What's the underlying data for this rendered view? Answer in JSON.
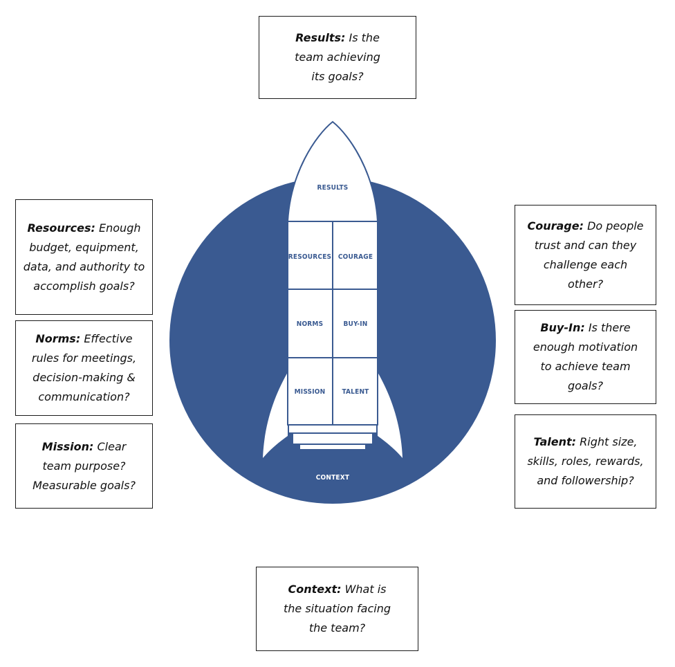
{
  "colors": {
    "circle": "#3a5a91",
    "rocket_fill": "#ffffff",
    "rocket_line": "#3a5a91",
    "label": "#3a5a91"
  },
  "rocket_labels": {
    "results": "RESULTS",
    "resources": "RESOURCES",
    "courage": "COURAGE",
    "norms": "NORMS",
    "buy_in": "BUY-IN",
    "mission": "MISSION",
    "talent": "TALENT",
    "context": "CONTEXT"
  },
  "boxes": {
    "results": {
      "term": "Results:",
      "desc": "Is the team achieving its goals?"
    },
    "resources": {
      "term": "Resources:",
      "desc": "Enough budget, equipment, data, and authority to accomplish goals?"
    },
    "norms": {
      "term": "Norms:",
      "desc": "Effective rules for meetings, decision-making & communication?"
    },
    "mission": {
      "term": "Mission:",
      "desc": "Clear team purpose? Measurable goals?"
    },
    "courage": {
      "term": "Courage:",
      "desc": "Do people trust and can they challenge each other?"
    },
    "buy_in": {
      "term": "Buy-In:",
      "desc": "Is there enough motivation to achieve team goals?"
    },
    "talent": {
      "term": "Talent:",
      "desc": "Right size, skills, roles, rewards, and followership?"
    },
    "context": {
      "term": "Context:",
      "desc": "What is the situation facing the team?"
    }
  }
}
